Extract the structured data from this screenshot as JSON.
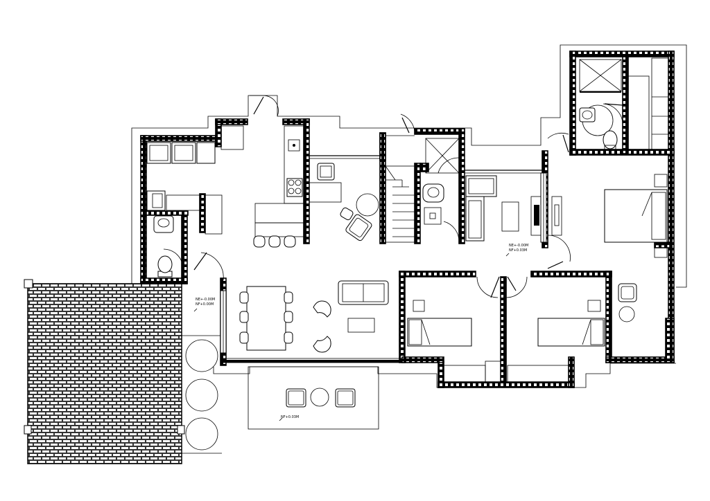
{
  "levels": {
    "living_ne": "NE+-0.00M",
    "living_nf": "NF+0.00M",
    "hall_ne": "NE+-0.00M",
    "hall_nf": "NF+0.03M",
    "terrace_nf": "NF+0.03M"
  }
}
